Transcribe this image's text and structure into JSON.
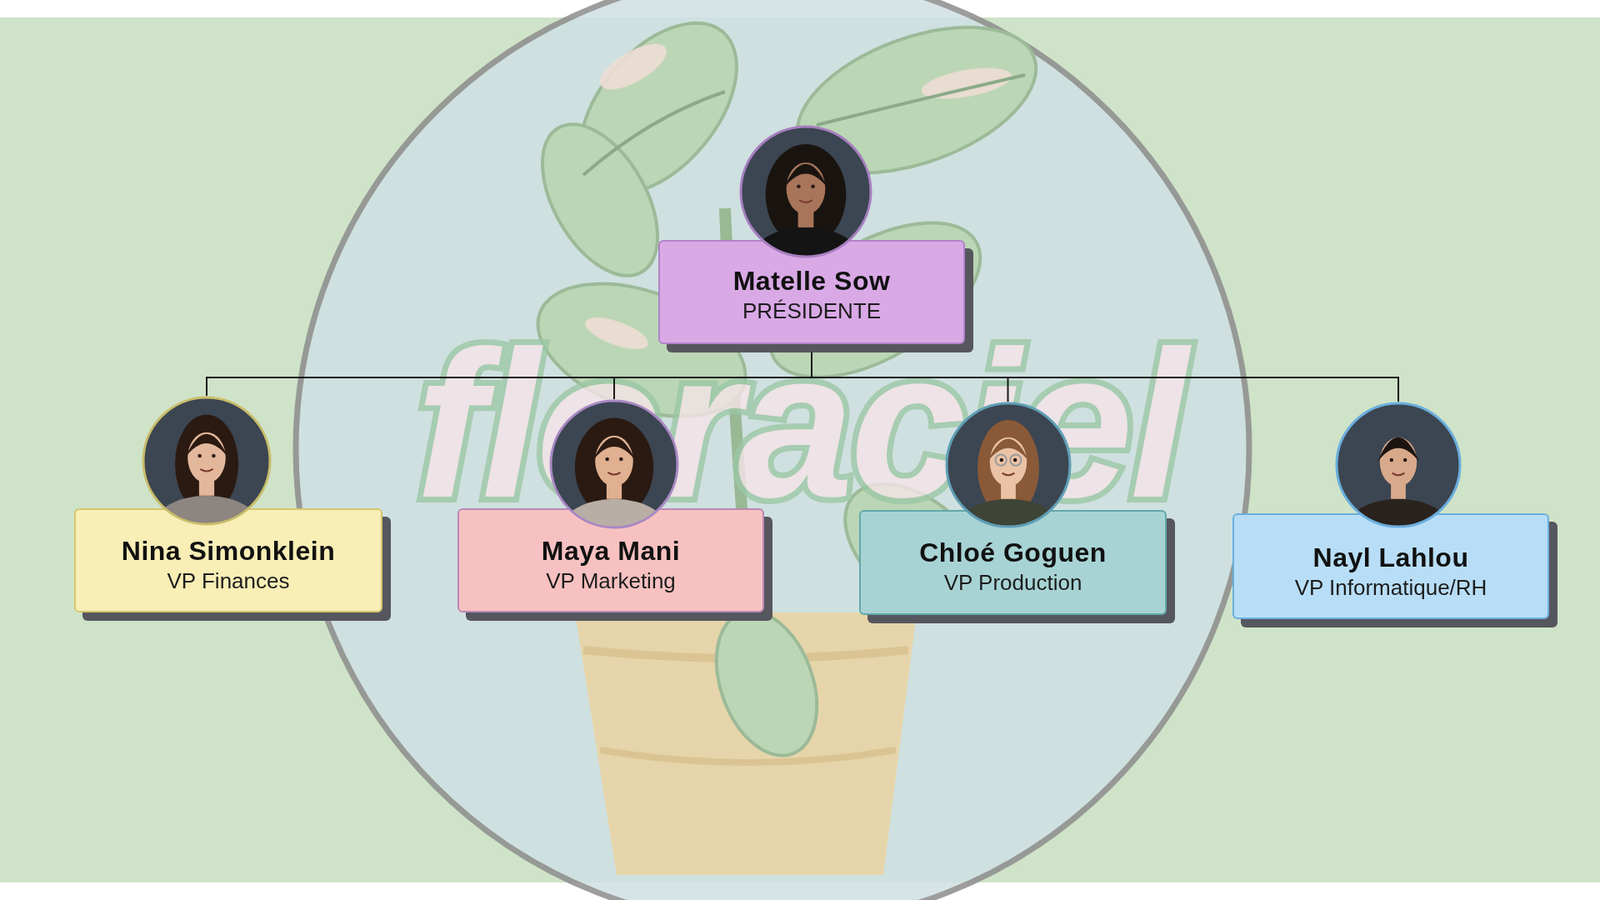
{
  "diagram": {
    "nodes": [
      {
        "text": [
          "Matelle Sow",
          "PRÉSIDENTE"
        ]
      },
      {
        "text": [
          "Nina Simonklein",
          "VP Finances"
        ]
      },
      {
        "text": [
          "Maya Mani",
          "VP Marketing"
        ]
      },
      {
        "text": [
          "Chloé Goguen",
          "VP Production"
        ]
      },
      {
        "text": [
          "Nayl Lahlou",
          "VP Informatique/RH"
        ]
      }
    ],
    "edges": [
      {
        "from": 0,
        "to": 1,
        "arrow": "none"
      },
      {
        "from": 0,
        "to": 2,
        "arrow": "none"
      },
      {
        "from": 0,
        "to": 3,
        "arrow": "none"
      },
      {
        "from": 0,
        "to": 4,
        "arrow": "none"
      }
    ],
    "labels": [
      "floraciel"
    ]
  }
}
